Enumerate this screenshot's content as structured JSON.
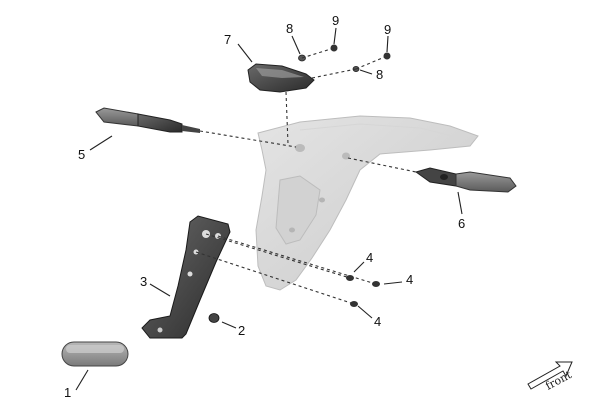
{
  "diagram": {
    "callouts": [
      "1",
      "2",
      "3",
      "4",
      "4",
      "4",
      "5",
      "6",
      "7",
      "8",
      "8",
      "9",
      "9"
    ],
    "front_label": "front"
  }
}
